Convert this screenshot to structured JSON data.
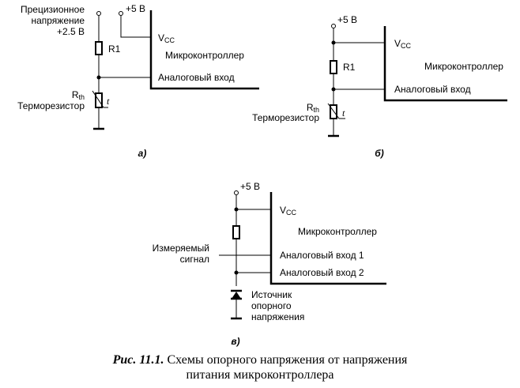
{
  "diagram": {
    "a": {
      "ref_voltage_label": [
        "Прецизионное",
        "напряжение",
        "+2.5 В"
      ],
      "supply_label": "+5 В",
      "vcc_label": "V",
      "vcc_sub": "CC",
      "mcu_label": "Микроконтроллер",
      "analog_in_label": "Аналоговый вход",
      "r1_label": "R1",
      "rth_label": "R",
      "rth_sub": "th",
      "thermistor_label": "Терморезистор",
      "t_symbol": "t",
      "figure_label": "а)"
    },
    "b": {
      "supply_label": "+5 В",
      "vcc_label": "V",
      "vcc_sub": "CC",
      "mcu_label": "Микроконтроллер",
      "analog_in_label": "Аналоговый вход",
      "r1_label": "R1",
      "rth_label": "R",
      "rth_sub": "th",
      "thermistor_label": "Терморезистор",
      "t_symbol": "t",
      "figure_label": "б)"
    },
    "c": {
      "supply_label": "+5 В",
      "vcc_label": "V",
      "vcc_sub": "CC",
      "mcu_label": "Микроконтроллер",
      "signal_label": [
        "Измеряемый",
        "сигнал"
      ],
      "analog_in1_label": "Аналоговый вход 1",
      "analog_in2_label": "Аналоговый вход 2",
      "ref_source_label": [
        "Источник",
        "опорного",
        "напряжения"
      ],
      "figure_label": "в)"
    }
  },
  "caption": {
    "prefix": "Рис. 11.1.",
    "line1": " Схемы опорного напряжения от напряжения",
    "line2": "питания микроконтроллера"
  }
}
